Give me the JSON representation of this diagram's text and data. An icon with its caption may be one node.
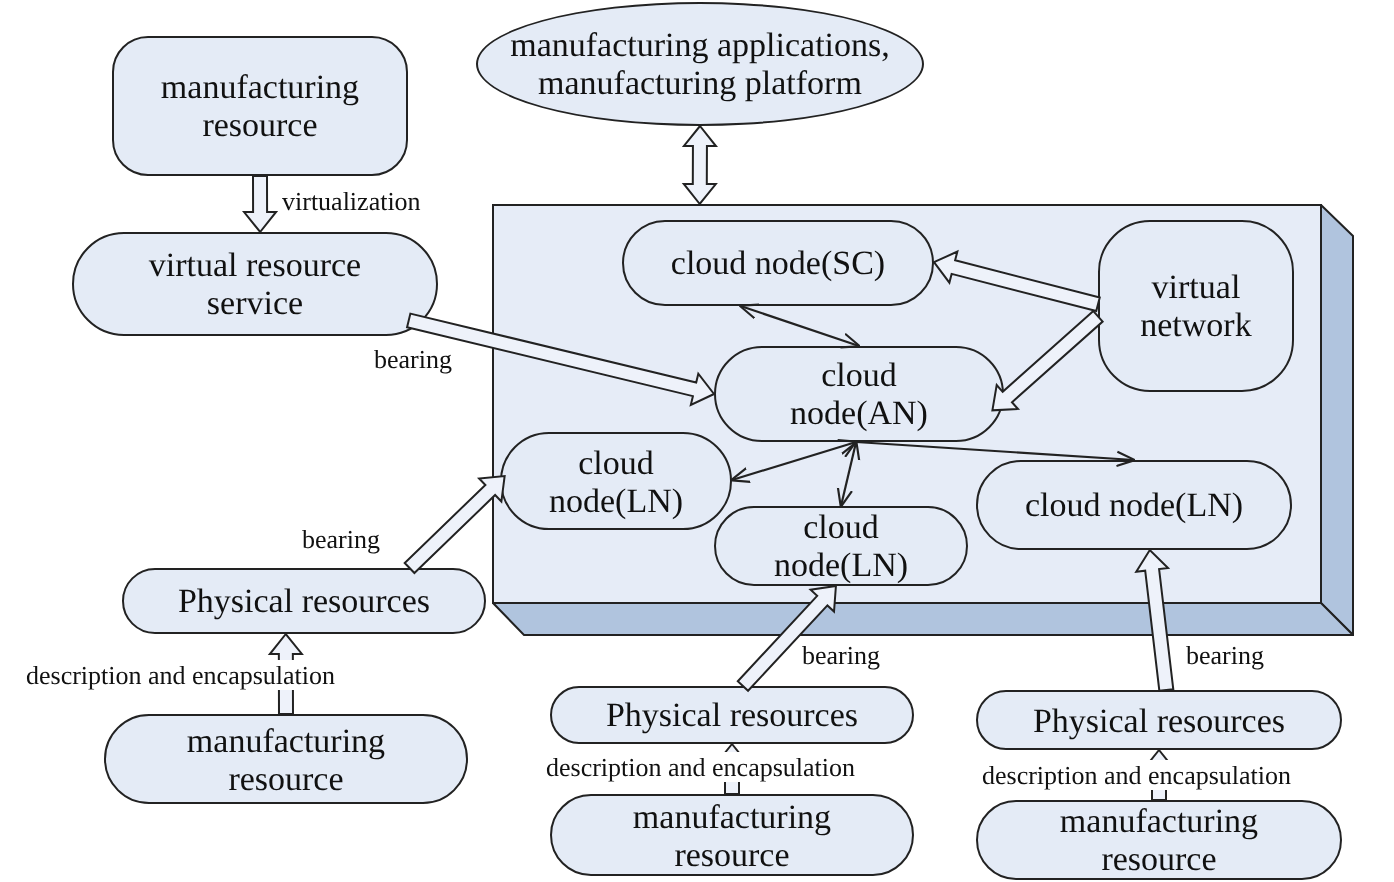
{
  "diagram": {
    "nodes": [
      {
        "text": [
          "manufacturing applications, manufacturing platform"
        ]
      },
      {
        "text": [],
        "shape": "box"
      },
      {
        "text": [
          "manufacturing resource"
        ]
      },
      {
        "text": [
          "virtual resource service"
        ]
      },
      {
        "text": [
          "cloud node(SC)"
        ],
        "in": 1
      },
      {
        "text": [
          "virtual network"
        ],
        "in": 1
      },
      {
        "text": [
          "cloud node(AN)"
        ],
        "in": 1
      },
      {
        "text": [
          "cloud node(LN)"
        ],
        "in": 1
      },
      {
        "text": [
          "cloud node(LN)"
        ],
        "in": 1
      },
      {
        "text": [
          "cloud node(LN)"
        ],
        "in": 1
      },
      {
        "text": [
          "Physical resources"
        ]
      },
      {
        "text": [
          "manufacturing resource"
        ]
      },
      {
        "text": [
          "Physical resources"
        ]
      },
      {
        "text": [
          "manufacturing resource"
        ]
      },
      {
        "text": [
          "Physical resources"
        ]
      },
      {
        "text": [
          "manufacturing resource"
        ]
      }
    ],
    "edges": [
      {
        "from": 0,
        "to": 1,
        "arrow": "both",
        "style": "thick"
      },
      {
        "from": 2,
        "to": 3,
        "arrow": "to",
        "style": "thick",
        "label": "virtualization"
      },
      {
        "from": 3,
        "to": 6,
        "arrow": "to",
        "style": "thick",
        "label": "bearing"
      },
      {
        "from": 5,
        "to": 4,
        "arrow": "to",
        "style": "thick"
      },
      {
        "from": 5,
        "to": 6,
        "arrow": "to",
        "style": "thick"
      },
      {
        "from": 4,
        "to": 6,
        "arrow": "both"
      },
      {
        "from": 6,
        "to": 7,
        "arrow": "both"
      },
      {
        "from": 6,
        "to": 8,
        "arrow": "both"
      },
      {
        "from": 6,
        "to": 9,
        "arrow": "to"
      },
      {
        "from": 10,
        "to": 7,
        "arrow": "to",
        "style": "thick",
        "label": "bearing"
      },
      {
        "from": 11,
        "to": 10,
        "arrow": "to",
        "style": "thick",
        "label": "description and encapsulation"
      },
      {
        "from": 12,
        "to": 8,
        "arrow": "to",
        "style": "thick",
        "label": "bearing"
      },
      {
        "from": 13,
        "to": 12,
        "arrow": "to",
        "style": "thick",
        "label": "description and encapsulation"
      },
      {
        "from": 14,
        "to": 9,
        "arrow": "to",
        "style": "thick",
        "label": "bearing"
      },
      {
        "from": 15,
        "to": 14,
        "arrow": "to",
        "style": "thick",
        "label": "description and encapsulation"
      }
    ]
  }
}
